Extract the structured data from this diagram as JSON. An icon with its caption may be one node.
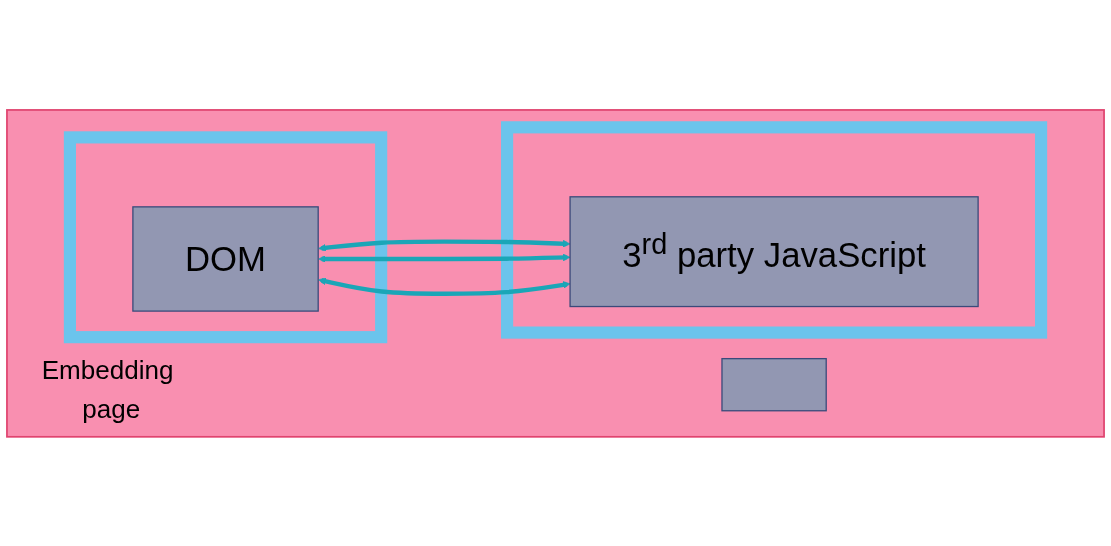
{
  "diagram": {
    "nodes": [
      {
        "text": [
          "Embedding page"
        ]
      },
      {
        "text": [],
        "shape": "box",
        "in": 0
      },
      {
        "text": [],
        "shape": "box",
        "in": 0
      },
      {
        "text": [
          "DOM"
        ],
        "in": 2
      },
      {
        "text": [],
        "shape": "box",
        "in": 0
      },
      {
        "text": [
          "3$^{rd}$ party JavaScript"
        ],
        "in": 4
      }
    ],
    "edges": [
      {
        "from": 3,
        "to": 5,
        "arrow": "both"
      },
      {
        "from": 3,
        "to": 5,
        "arrow": "both"
      },
      {
        "from": 3,
        "to": 5,
        "arrow": "both"
      }
    ]
  }
}
